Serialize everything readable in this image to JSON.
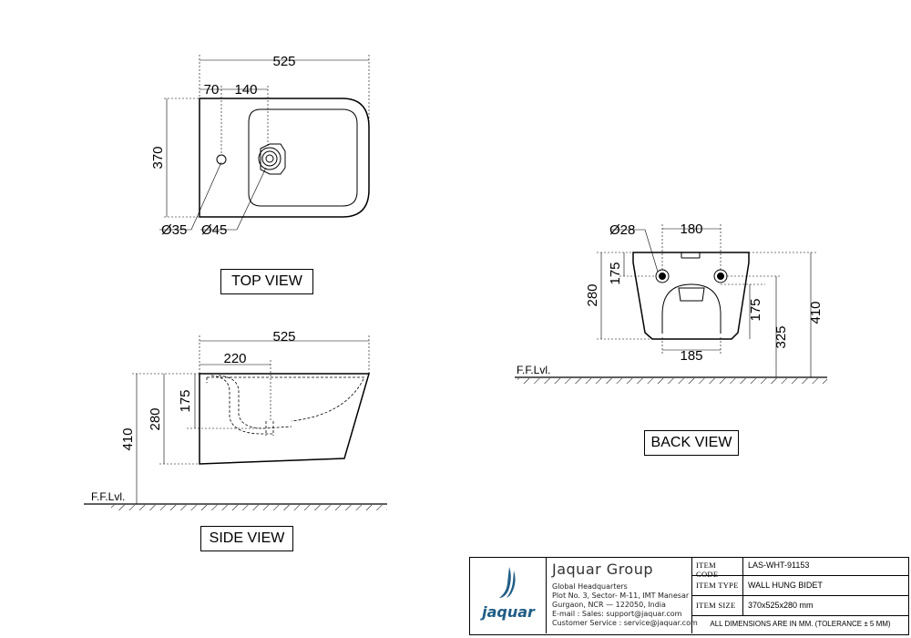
{
  "views": {
    "top": {
      "title": "TOP VIEW",
      "dims": {
        "length": "525",
        "offset": "70",
        "spacing": "140",
        "width": "370",
        "hole_small": "Ø35",
        "hole_large": "Ø45"
      }
    },
    "side": {
      "title": "SIDE VIEW",
      "dims": {
        "length": "525",
        "depth": "220",
        "height_outlet": "175",
        "height_body": "280",
        "height_floor": "410"
      },
      "floor_label": "F.F.Lvl."
    },
    "back": {
      "title": "BACK VIEW",
      "dims": {
        "hole_dia": "Ø28",
        "hole_spacing": "180",
        "hole_height": "175",
        "body_height": "280",
        "outlet_width": "185",
        "outlet_height": "175",
        "outlet_floor": "325",
        "top_floor": "410"
      },
      "floor_label": "F.F.Lvl."
    }
  },
  "title_block": {
    "company": "Jaquar Group",
    "logo_text": "jaquar",
    "address_lines": [
      "Global Headquarters",
      "Plot No. 3, Sector- M-11, IMT Manesar",
      "Gurgaon, NCR — 122050, India",
      "E-mail : Sales: support@jaquar.com",
      "Customer Service : service@jaquar.com"
    ],
    "rows": [
      {
        "key": "ITEM CODE",
        "value": "LAS-WHT-91153"
      },
      {
        "key": "ITEM TYPE",
        "value": "WALL HUNG BIDET"
      },
      {
        "key": "ITEM SIZE",
        "value": "370x525x280 mm"
      }
    ],
    "footnote": "ALL DIMENSIONS ARE IN MM. (TOLERANCE ± 5 MM)"
  },
  "colors": {
    "line": "#000000",
    "logo": "#1f5d86"
  }
}
